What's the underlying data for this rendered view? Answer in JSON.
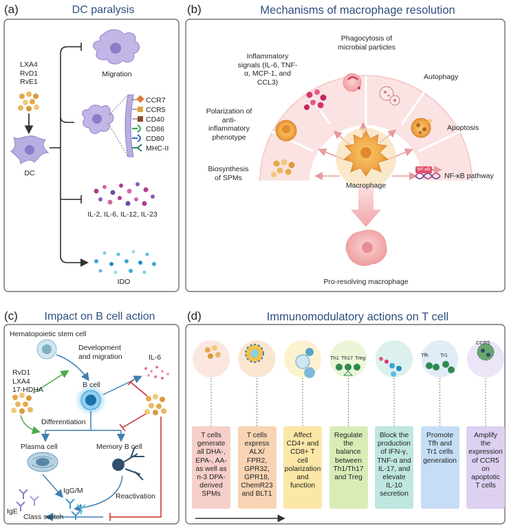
{
  "panel_a": {
    "letter": "(a)",
    "title": "DC paralysis",
    "mediators": [
      "LXA4",
      "RvD1",
      "RvE1"
    ],
    "dc_label": "DC",
    "migration": "Migration",
    "receptors": [
      "CCR7",
      "CCR5",
      "CD40",
      "CD86",
      "CD80",
      "MHC-II"
    ],
    "cytokines": "IL-2, IL-6, IL-12, IL-23",
    "ido": "IDO",
    "colors": {
      "ccr7": "#e07a3c",
      "ccr5": "#d9a441",
      "cd40": "#8c4a2f",
      "cd86": "#3fa35a",
      "cd80": "#3a6fb5",
      "mhc": "#2f7f62"
    }
  },
  "panel_b": {
    "letter": "(b)",
    "title": "Mechanisms of macrophage resolution",
    "phagocytosis": [
      "Phagocytosis of",
      "microbial particles"
    ],
    "inflammatory": [
      "Inflammatory",
      "signals (IL-6, TNF-",
      "α, MCP-1, and",
      "CCL3)"
    ],
    "autophagy": "Autophagy",
    "polarization": [
      "Polarization of",
      "anti-",
      "inflammatory",
      "phenotype"
    ],
    "apoptosis": "Apoptosis",
    "biosynthesis": [
      "Biosynthesis",
      "of SPMs"
    ],
    "macrophage": "Macrophage",
    "nfkb": "NF-κB pathway",
    "nfkb_tag": "NF-κB",
    "pro_resolving": "Pro-resolving macrophage"
  },
  "panel_c": {
    "letter": "(c)",
    "title": "Impact on B cell action",
    "hsc": "Hematopoietic stem cell",
    "development": [
      "Development",
      "and migration"
    ],
    "mediators": [
      "RvD1",
      "LXA4",
      "17-HDHA"
    ],
    "bcell": "B cell",
    "il6": "IL-6",
    "differentiation": "Differentiation",
    "plasma": "Plasma cell",
    "memory": "Memory B cell",
    "iggm": "IgG/M",
    "reactivation": "Reactivation",
    "ige": "IgE",
    "class_switch": "Class switch"
  },
  "panel_d": {
    "letter": "(d)",
    "title": "Immunomodulatory actions on T cell",
    "icon_labels": {
      "th1": "Th1",
      "th17": "Th17",
      "treg": "Treg",
      "tfh": "Tfh",
      "tr1": "Tr1",
      "ccr5": "CCR5"
    },
    "boxes": [
      {
        "lines": [
          "T cells",
          "generate",
          "all DHA-,",
          "EPA-, AA-",
          "as well as",
          "n-3 DPA-",
          "derived",
          "SPMs"
        ],
        "color": "#f6cfc9",
        "circle": "#fbe7df"
      },
      {
        "lines": [
          "T cells",
          "express",
          "ALX/",
          "FPR2,",
          "GPR32,",
          "GPR18,",
          "ChemR23",
          "and BLT1"
        ],
        "color": "#f8d4b4",
        "circle": "#fbe6d2"
      },
      {
        "lines": [
          "Affect",
          "CD4+ and",
          "CD8+ T",
          "cell",
          "polarization",
          "and",
          "function"
        ],
        "color": "#fbe7a6",
        "circle": "#fcf2cf"
      },
      {
        "lines": [
          "Regulate",
          "the",
          "balance",
          "between",
          "Th1/Th17",
          "and Treg"
        ],
        "color": "#d9ecb8",
        "circle": "#ebf5d8"
      },
      {
        "lines": [
          "Block the",
          "production",
          "of IFN-γ,",
          "TNF-α and",
          "IL-17, and",
          "elevate",
          "IL-10",
          "secretion"
        ],
        "color": "#bfe6df",
        "circle": "#dcf1ed"
      },
      {
        "lines": [
          "Promote",
          "Tfh and",
          "Tr1 cells",
          "generation"
        ],
        "color": "#c6def5",
        "circle": "#e0edf9"
      },
      {
        "lines": [
          "Amplify",
          "the",
          "expression",
          "of CCR5",
          "on",
          "apoptotic",
          "T cells"
        ],
        "color": "#ddd0f1",
        "circle": "#ece4f7"
      }
    ]
  }
}
